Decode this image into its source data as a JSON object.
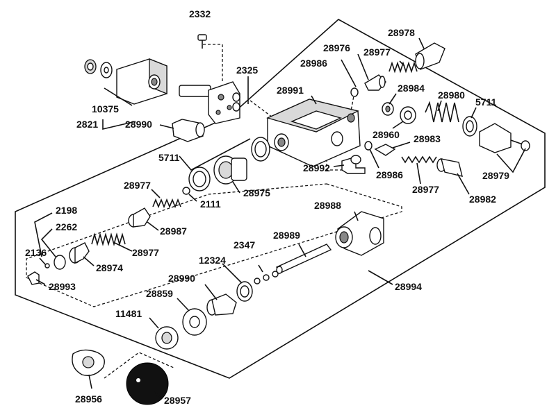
{
  "labels": {
    "p2332": "2332",
    "p28978": "28978",
    "p28976": "28976",
    "p28977a": "28977",
    "p28986a": "28986",
    "p2325": "2325",
    "p28991": "28991",
    "p28984": "28984",
    "p28980": "28980",
    "p5711a": "5711",
    "p10375": "10375",
    "p2821": "2821",
    "p28990a": "28990",
    "p28960": "28960",
    "p28983": "28983",
    "p5711b": "5711",
    "p28992": "28992",
    "p28986b": "28986",
    "p28977b": "28977",
    "p28979": "28979",
    "p28982": "28982",
    "p28977c": "28977",
    "p2111": "2111",
    "p28975": "28975",
    "p2198": "2198",
    "p2262": "2262",
    "p28987": "28987",
    "p28988": "28988",
    "p28977d": "28977",
    "p28989": "28989",
    "p2136": "2136",
    "p28974": "28974",
    "p2347": "2347",
    "p12324": "12324",
    "p28993": "28993",
    "p28994": "28994",
    "p28990b": "28990",
    "p28859": "28859",
    "p11481": "11481",
    "p28956": "28956",
    "p28957": "28957"
  }
}
